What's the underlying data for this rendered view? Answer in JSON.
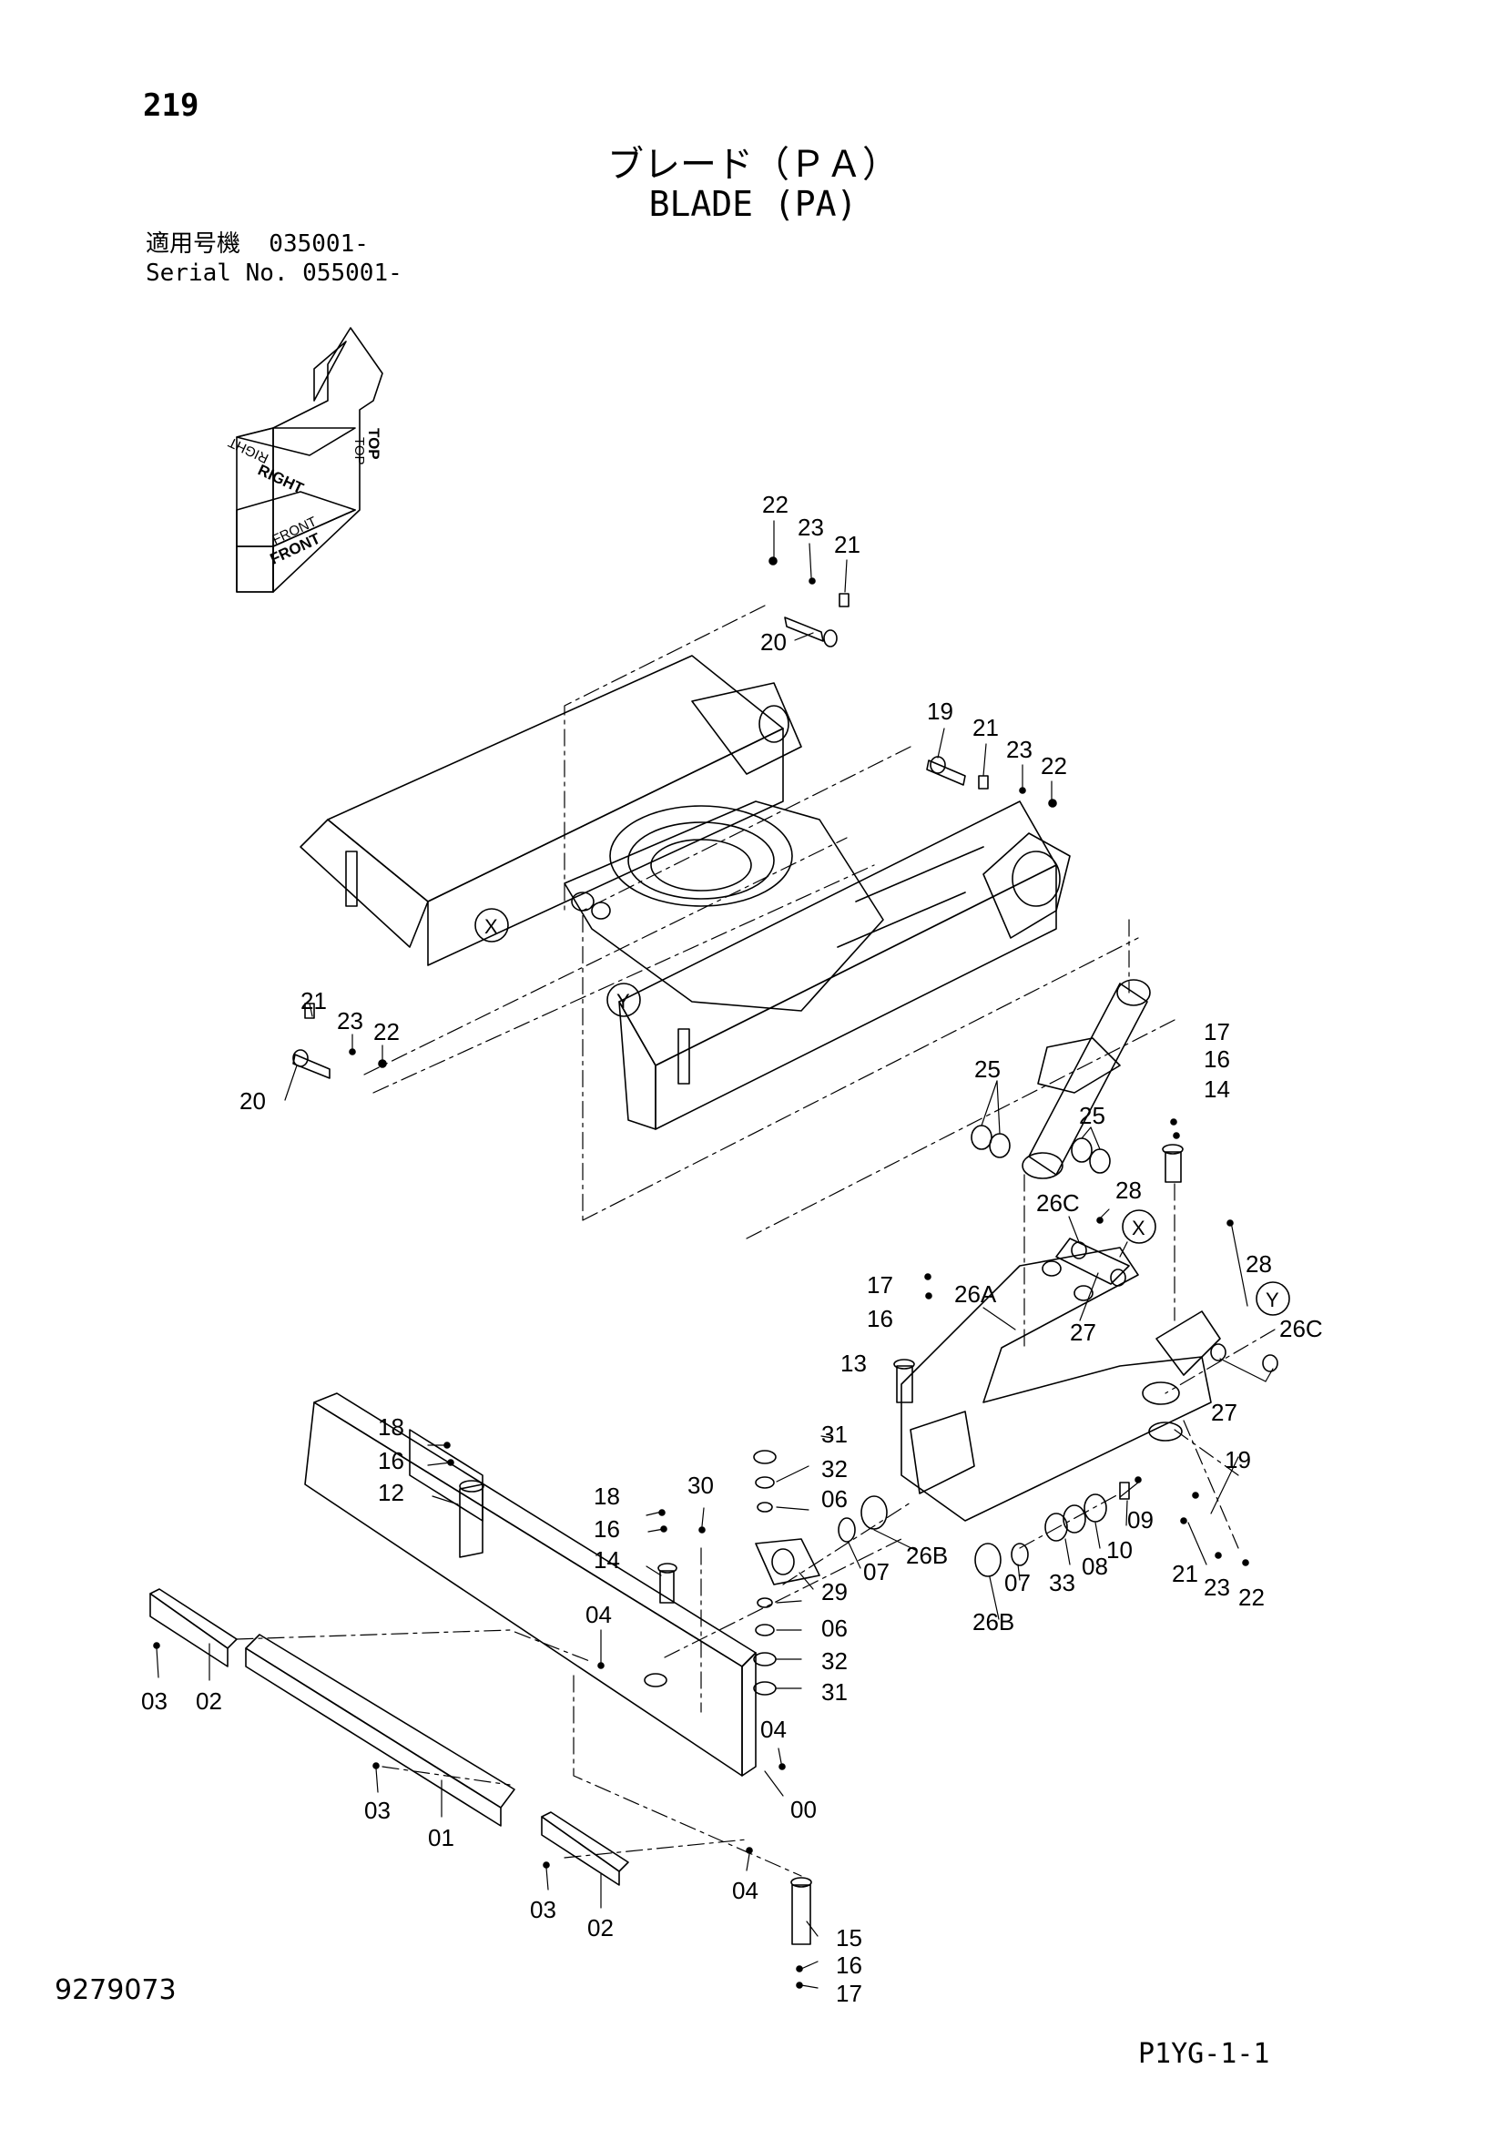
{
  "header": {
    "page_number": "219",
    "title_jp": "ブレード（ＰＡ）",
    "title_en": "BLADE (PA)",
    "serial_line1": "適用号機  035001-",
    "serial_line2": "Serial No. 055001-"
  },
  "orientation_indicator": {
    "labels": [
      "TOP",
      "TOP",
      "RIGHT",
      "RIGHT",
      "FRONT",
      "FRONT"
    ]
  },
  "callouts": {
    "c_22a": "22",
    "c_23a": "23",
    "c_21a": "21",
    "c_20a": "20",
    "c_19a": "19",
    "c_21b": "21",
    "c_23b": "23",
    "c_22b": "22",
    "c_21c": "21",
    "c_23c": "23",
    "c_22c": "22",
    "c_20b": "20",
    "c_x1": "X",
    "c_y1": "Y",
    "c_25a": "25",
    "c_25b": "25",
    "c_17a": "17",
    "c_16a": "16",
    "c_14a": "14",
    "c_28a": "28",
    "c_26ca": "26C",
    "c_x2": "X",
    "c_27a": "27",
    "c_28b": "28",
    "c_y2": "Y",
    "c_26cb": "26C",
    "c_27b": "27",
    "c_17b": "17",
    "c_16b": "16",
    "c_26a": "26A",
    "c_13": "13",
    "c_31a": "31",
    "c_32a": "32",
    "c_06a": "06",
    "c_07a": "07",
    "c_26ba": "26B",
    "c_29": "29",
    "c_06b": "06",
    "c_32b": "32",
    "c_31b": "31",
    "c_30": "30",
    "c_18a": "18",
    "c_16c": "16",
    "c_14b": "14",
    "c_18b": "18",
    "c_16d": "16",
    "c_12": "12",
    "c_09": "09",
    "c_10": "10",
    "c_08": "08",
    "c_33": "33",
    "c_07b": "07",
    "c_26bb": "26B",
    "c_19b": "19",
    "c_21d": "21",
    "c_23d": "23",
    "c_22d": "22",
    "c_04a": "04",
    "c_04b": "04",
    "c_00": "00",
    "c_04c": "04",
    "c_03a": "03",
    "c_02a": "02",
    "c_03b": "03",
    "c_01": "01",
    "c_03c": "03",
    "c_02b": "02",
    "c_15": "15",
    "c_16e": "16",
    "c_17c": "17"
  },
  "footer": {
    "doc_code": "9279073",
    "sheet_code": "P1YG-1-1"
  }
}
